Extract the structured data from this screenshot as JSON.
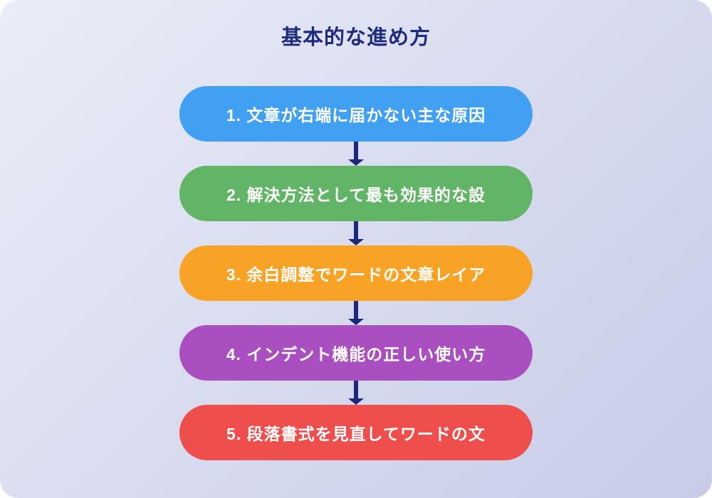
{
  "title": "基本的な進め方",
  "colors": {
    "title": "#1e2a7c",
    "arrow": "#1e2878",
    "canvas_gradient_start": "#eaecf7",
    "canvas_gradient_end": "#c7cce7",
    "outer_background": "#ffffff",
    "step_text": "#ffffff"
  },
  "steps": [
    {
      "label": "1. 文章が右端に届かない主な原因",
      "color": "#41a0f2"
    },
    {
      "label": "2. 解決方法として最も効果的な設",
      "color": "#62b566"
    },
    {
      "label": "3. 余白調整でワードの文章レイア",
      "color": "#f9a326"
    },
    {
      "label": "4. インデント機能の正しい使い方",
      "color": "#a94fc0"
    },
    {
      "label": "5. 段落書式を見直してワードの文",
      "color": "#ee4f4d"
    }
  ]
}
